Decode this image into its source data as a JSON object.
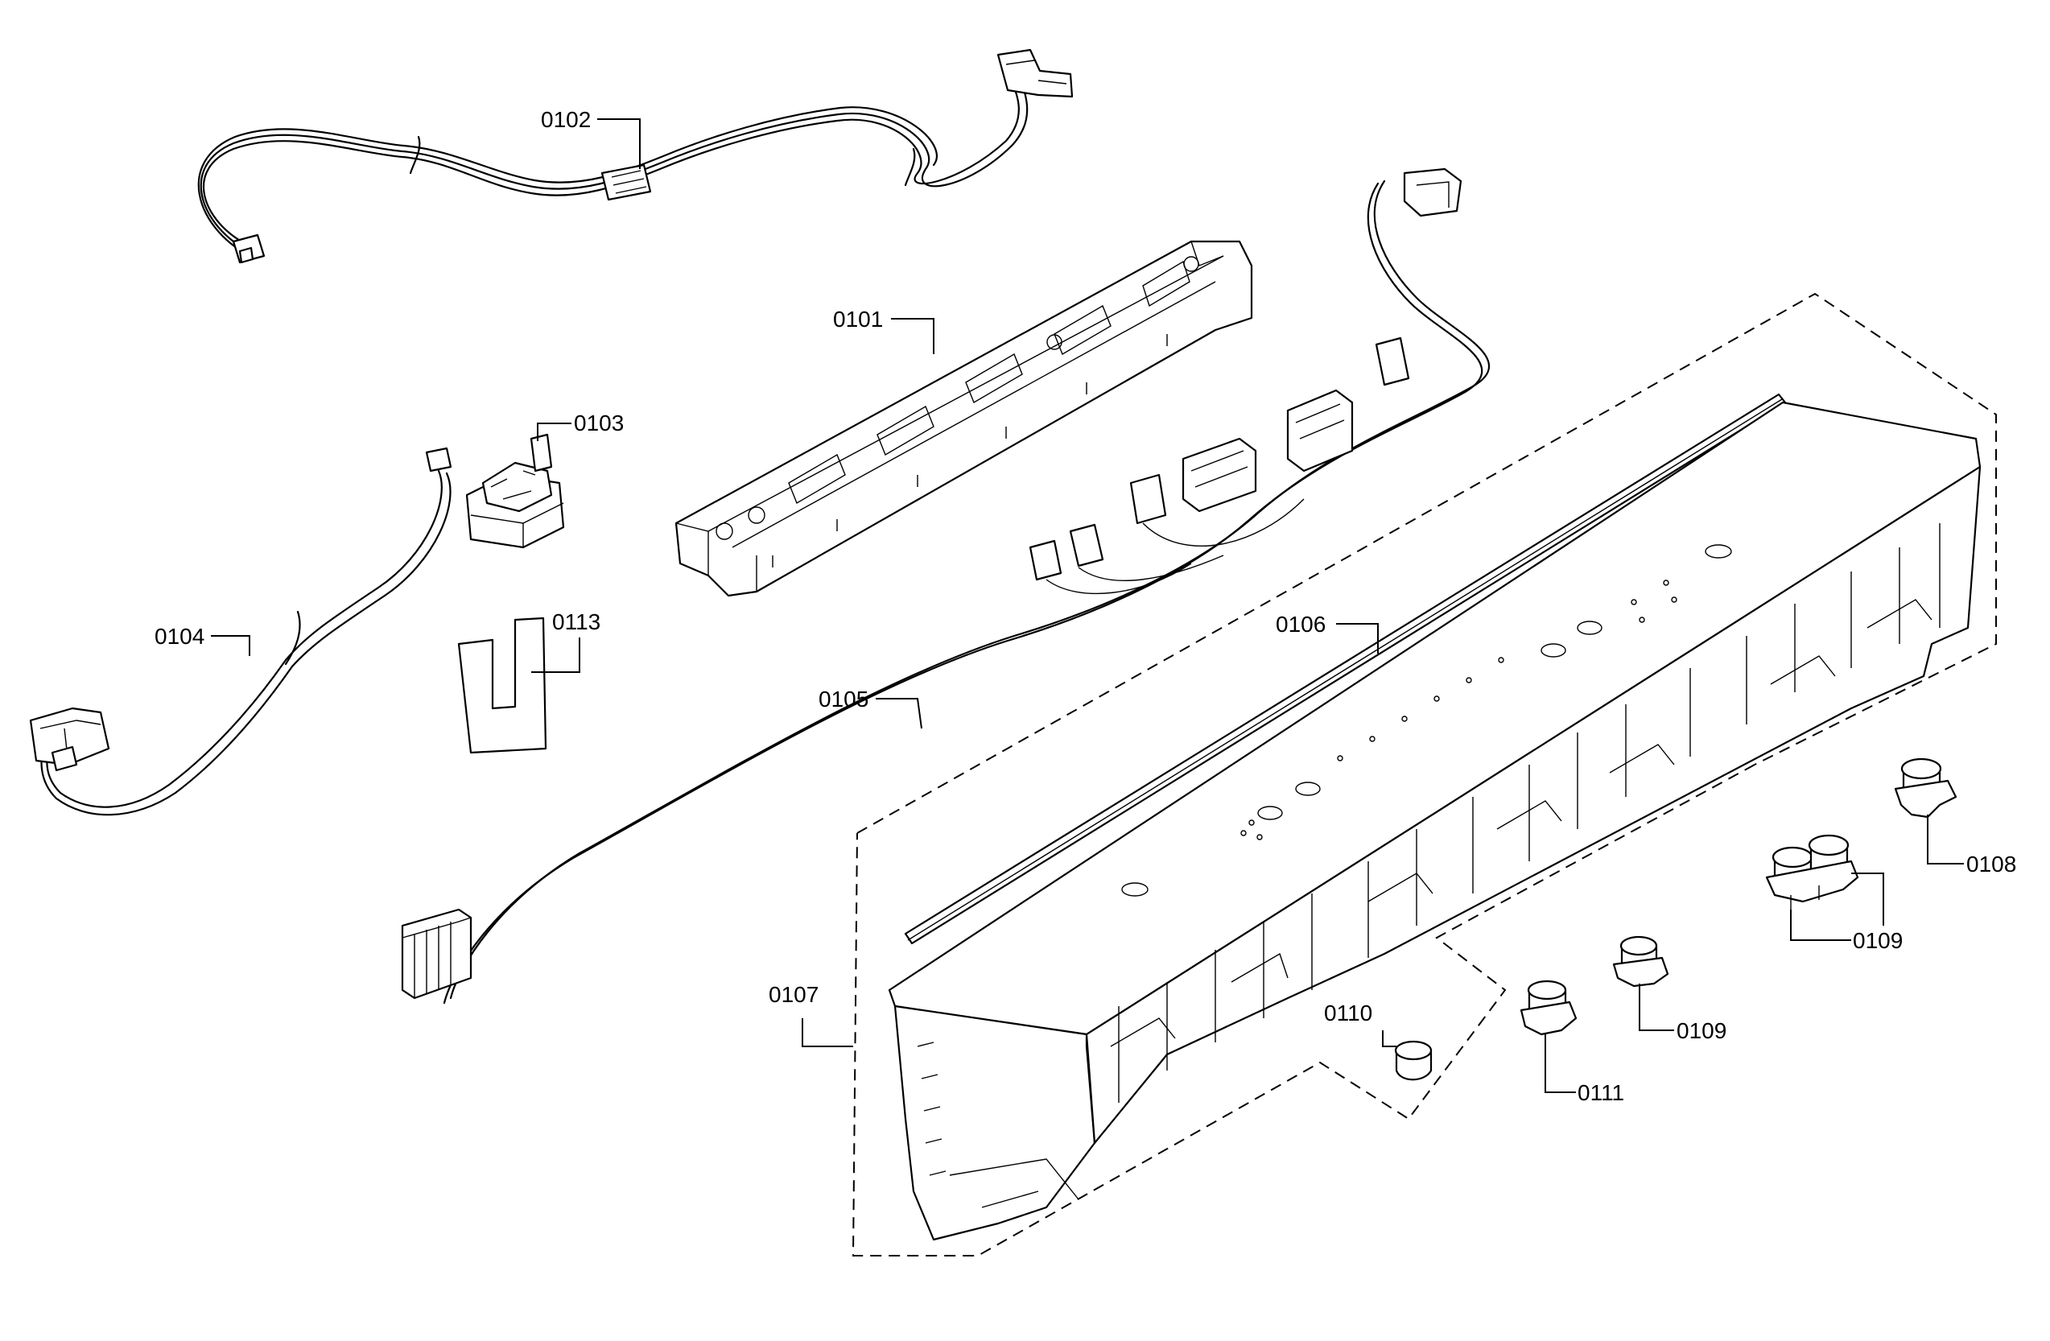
{
  "diagram": {
    "labels": {
      "p0101": "0101",
      "p0102": "0102",
      "p0103": "0103",
      "p0104": "0104",
      "p0105": "0105",
      "p0106": "0106",
      "p0107": "0107",
      "p0108": "0108",
      "p0109a": "0109",
      "p0109b": "0109",
      "p0110": "0110",
      "p0111": "0111",
      "p0113": "0113"
    }
  }
}
